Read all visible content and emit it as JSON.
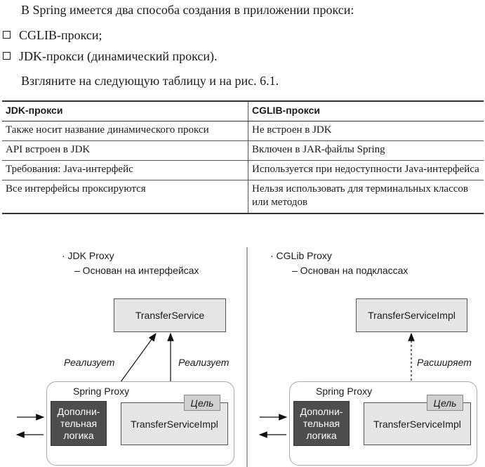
{
  "intro": "В Spring имеется два способа создания в приложении прокси:",
  "bullets": [
    "CGLIB-прокси;",
    "JDK-прокси (динамический прокси)."
  ],
  "see_text": "Взгляните на следующую таблицу и на рис. 6.1.",
  "table": {
    "headers": [
      "JDK-прокси",
      "CGLIB-прокси"
    ],
    "rows": [
      [
        "Также носит название динамического прокси",
        "Не встроен в JDK"
      ],
      [
        "API встроен в JDK",
        "Включен в JAR-файлы Spring"
      ],
      [
        "Требования: Java-интерфейс",
        "Используется при недоступности Java-интерфейса"
      ],
      [
        "Все интерфейсы проксируются",
        "Нельзя использовать для терминальных классов или методов"
      ]
    ]
  },
  "figure": {
    "jdk": {
      "heading": "· JDK Proxy",
      "sub": "– Основан на интерфейсах",
      "target_box": "TransferService",
      "left_arrow_label": "Реализует",
      "right_arrow_label": "Реализует",
      "proxy_label": "Spring Proxy",
      "logic_lines": [
        "Дополни-",
        "тельная",
        "логика"
      ],
      "impl_label": "TransferServiceImpl",
      "goal_label": "Цель"
    },
    "cglib": {
      "heading": "· CGLib Proxy",
      "sub": "– Основан на подклассах",
      "target_box": "TransferServiceImpl",
      "arrow_label": "Расширяет",
      "proxy_label": "Spring Proxy",
      "logic_lines": [
        "Дополни-",
        "тельная",
        "логика"
      ],
      "impl_label": "TransferServiceImpl",
      "goal_label": "Цель"
    }
  }
}
